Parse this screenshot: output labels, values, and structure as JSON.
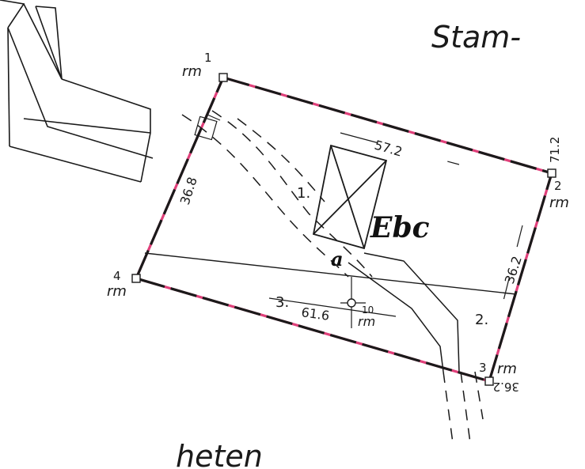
{
  "street_label": {
    "top": "Stam-",
    "bottom": "heten"
  },
  "parcel": {
    "designation": "Ebc",
    "sublot_labels": [
      "1.",
      "2.",
      "3."
    ],
    "point_marker": "a"
  },
  "boundary_points": [
    {
      "number": "1",
      "code": "rm"
    },
    {
      "number": "2",
      "code": "rm"
    },
    {
      "number": "3",
      "code": "rm"
    },
    {
      "number": "4",
      "code": "rm"
    },
    {
      "number": "10",
      "code": "rm"
    }
  ],
  "measurements": {
    "top_edge": "57.2",
    "left_edge": "36.8",
    "right_edge": "36.2",
    "inner_line": "61.6",
    "outside_top_right": "71.2",
    "outside_bottom_right": "36.2"
  },
  "colors": {
    "ink": "#1a1a1a",
    "boundary_accent": "#e0407a",
    "paper": "#ffffff"
  }
}
